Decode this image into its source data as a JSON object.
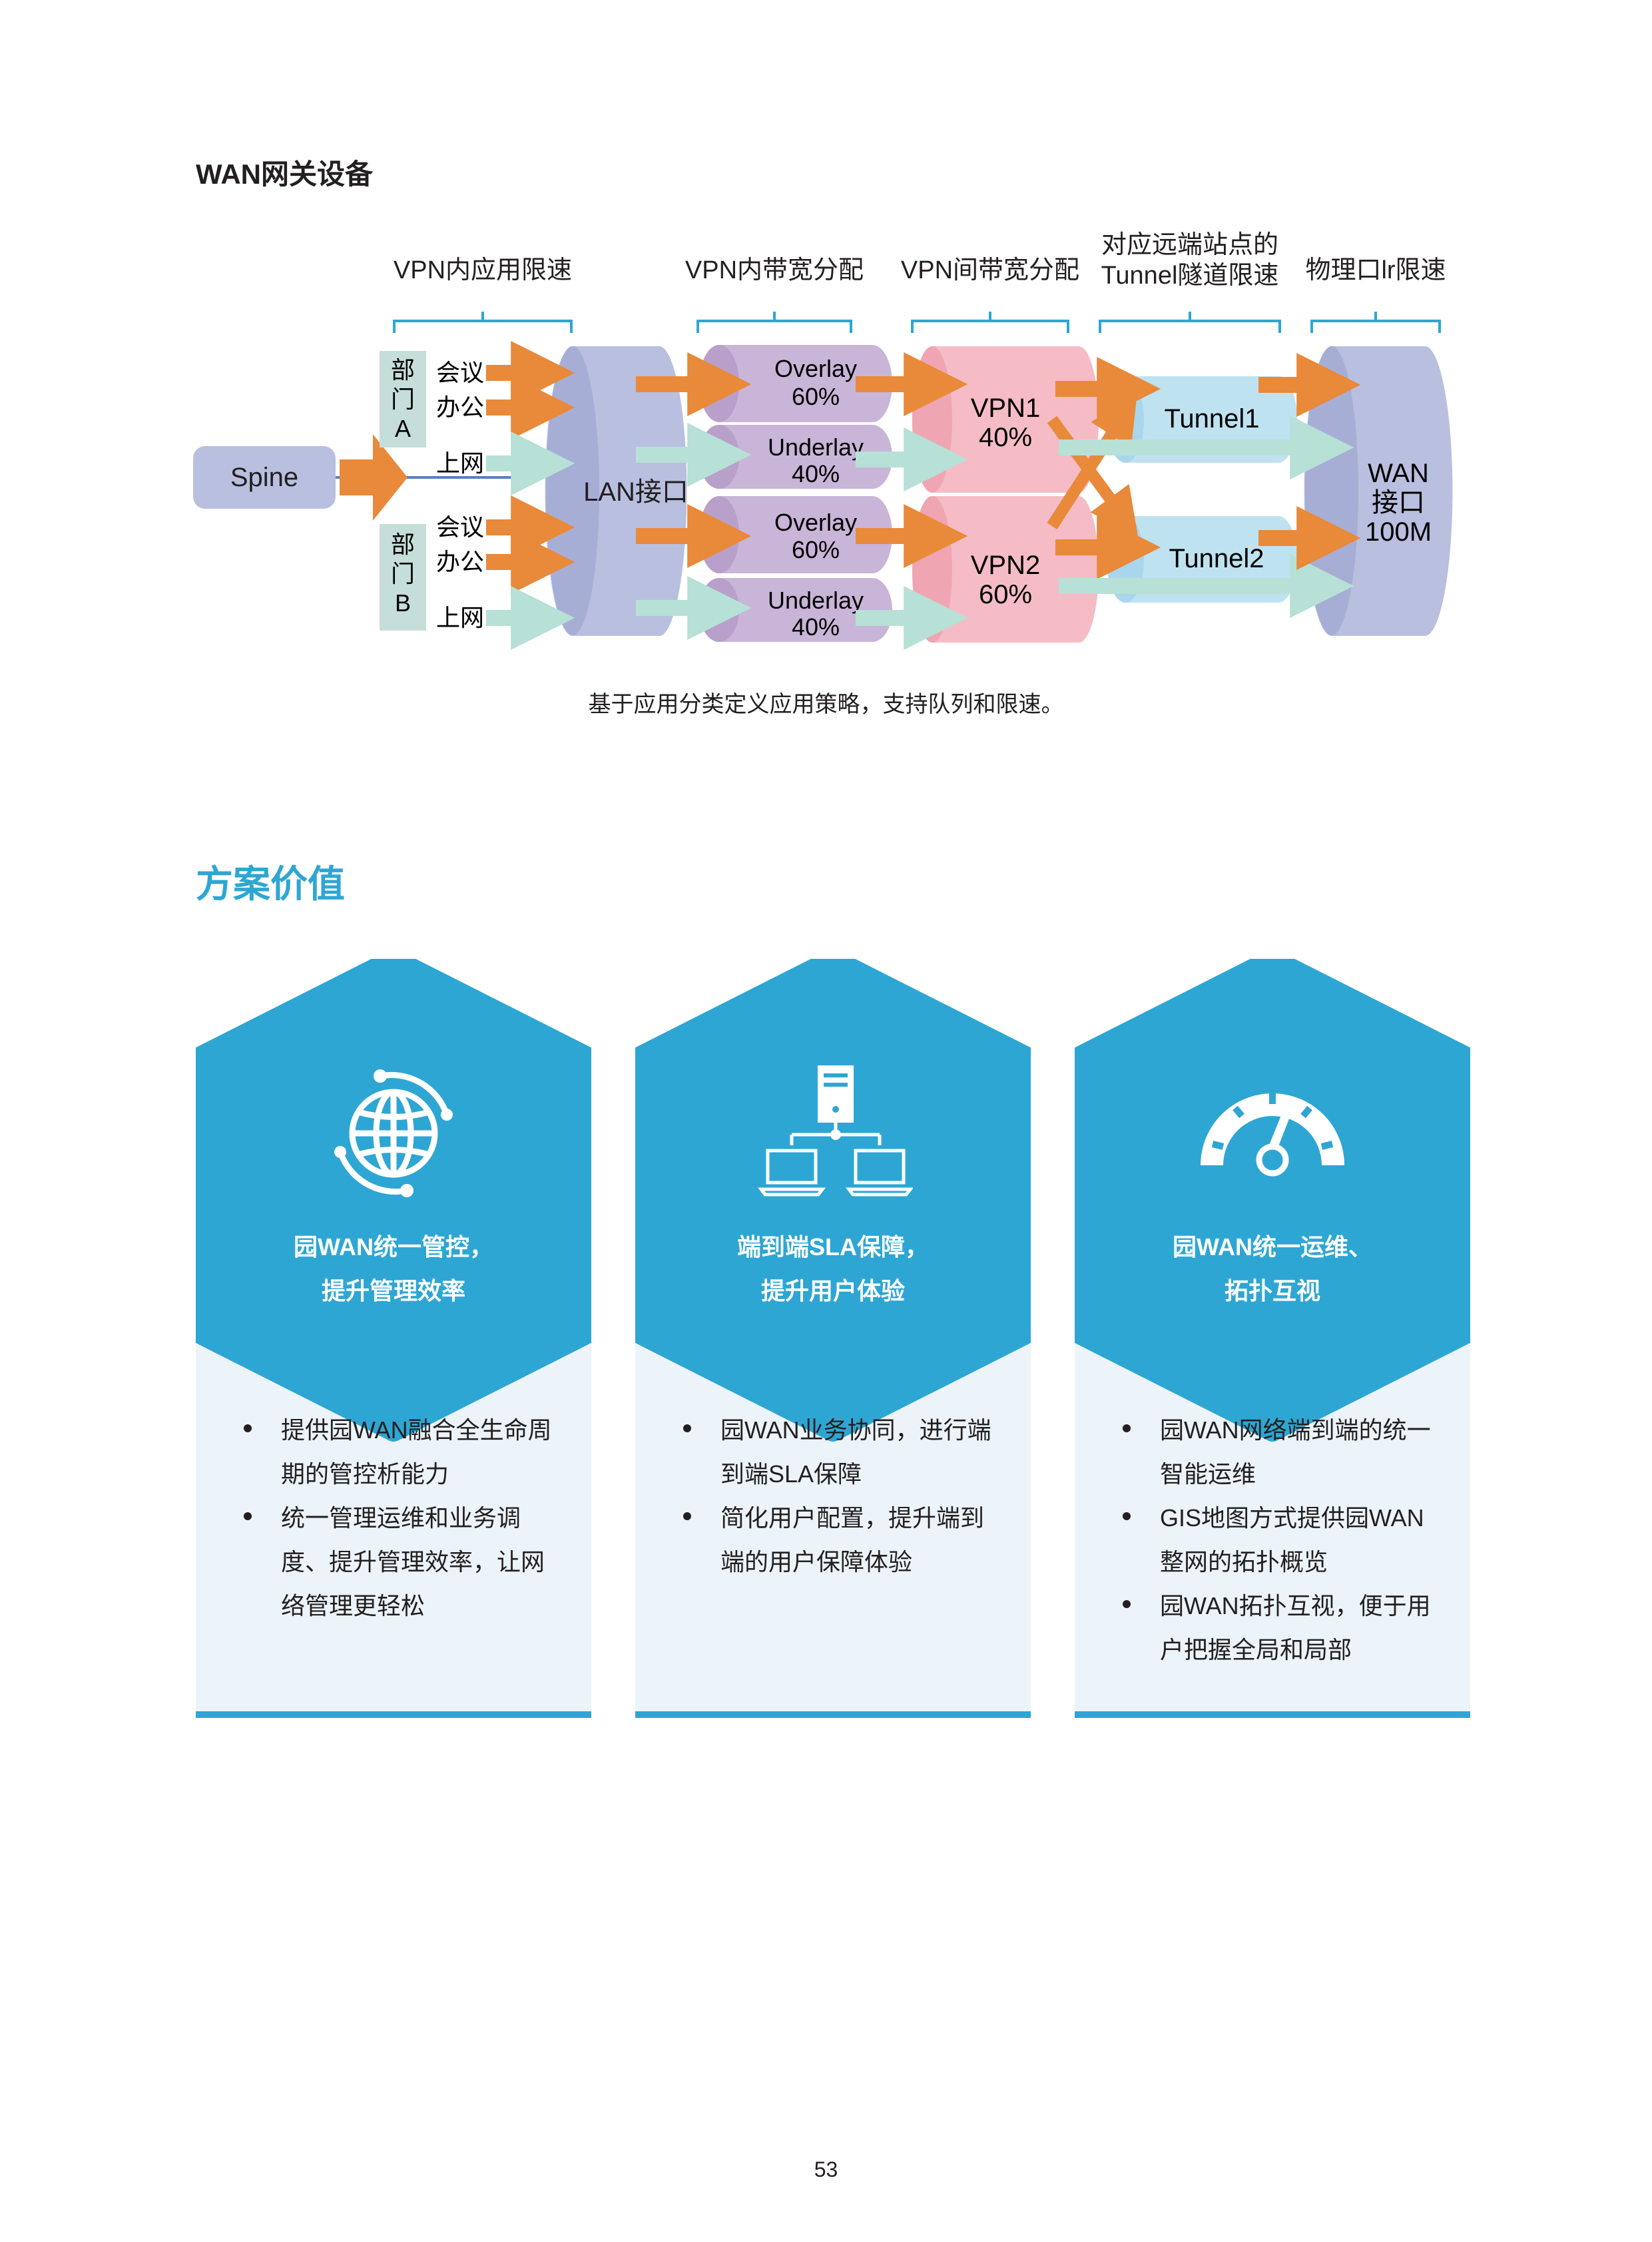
{
  "section1": {
    "title": "WAN网关设备"
  },
  "diagram": {
    "headers": {
      "h1": "VPN内应用限速",
      "h2": "VPN内带宽分配",
      "h3": "VPN间带宽分配",
      "h4_line1": "对应远端站点的",
      "h4_line2": "Tunnel隧道限速",
      "h5": "物理口lr限速"
    },
    "spine": "Spine",
    "dept_a": [
      "部",
      "门",
      "A"
    ],
    "dept_b": [
      "部",
      "门",
      "B"
    ],
    "app_labels": {
      "meeting": "会议",
      "office": "办公",
      "internet": "上网"
    },
    "lan_port": "LAN接口",
    "overlay": {
      "name": "Overlay",
      "pct": "60%"
    },
    "underlay": {
      "name": "Underlay",
      "pct": "40%"
    },
    "vpn1": {
      "name": "VPN1",
      "pct": "40%"
    },
    "vpn2": {
      "name": "VPN2",
      "pct": "60%"
    },
    "tunnel1": "Tunnel1",
    "tunnel2": "Tunnel2",
    "wan_port": {
      "line1": "WAN",
      "line2": "接口",
      "line3": "100M"
    },
    "colors": {
      "orange": "#e9893a",
      "mint": "#b7e0d6",
      "lavender": "#b9bfdf",
      "purple": "#c9b5d8",
      "pink": "#f5bcc5",
      "lightblue": "#bfe2f1",
      "teal_label": "#c6ded9"
    }
  },
  "caption": "基于应用分类定义应用策略，支持队列和限速。",
  "section2": {
    "title": "方案价值"
  },
  "cards": [
    {
      "icon": "globe-network-icon",
      "title_line1": "园WAN统一管控，",
      "title_line2": "提升管理效率",
      "bullets": [
        "提供园WAN融合全生命周期的管控析能力",
        "统一管理运维和业务调度、提升管理效率，让网络管理更轻松"
      ]
    },
    {
      "icon": "server-network-icon",
      "title_line1": "端到端SLA保障，",
      "title_line2": "提升用户体验",
      "bullets": [
        "园WAN业务协同，进行端到端SLA保障",
        "简化用户配置，提升端到端的用户保障体验"
      ]
    },
    {
      "icon": "speedometer-icon",
      "title_line1": "园WAN统一运维、",
      "title_line2": "拓扑互视",
      "bullets": [
        "园WAN网络端到端的统一智能运维",
        "GIS地图方式提供园WAN整网的拓扑概览",
        "园WAN拓扑互视，便于用户把握全局和局部"
      ]
    }
  ],
  "page_number": "53"
}
